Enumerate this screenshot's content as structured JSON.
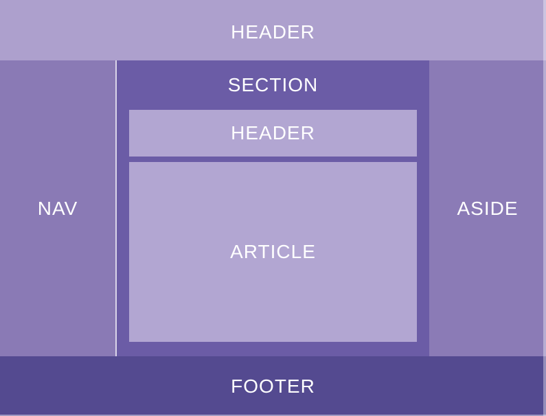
{
  "regions": {
    "header": {
      "label": "HEADER"
    },
    "nav": {
      "label": "NAV"
    },
    "section": {
      "label": "SECTION"
    },
    "section_header": {
      "label": "HEADER"
    },
    "article": {
      "label": "ARTICLE"
    },
    "aside": {
      "label": "ASIDE"
    },
    "footer": {
      "label": "FOOTER"
    }
  },
  "colors": {
    "header_band": "#ada0cd",
    "nav": "#8a7ab5",
    "section": "#6b5ca6",
    "inner_box": "#b2a6d2",
    "aside": "#8b7bb6",
    "footer": "#544a90",
    "divider": "#dcd6ea",
    "text": "#ffffff"
  }
}
